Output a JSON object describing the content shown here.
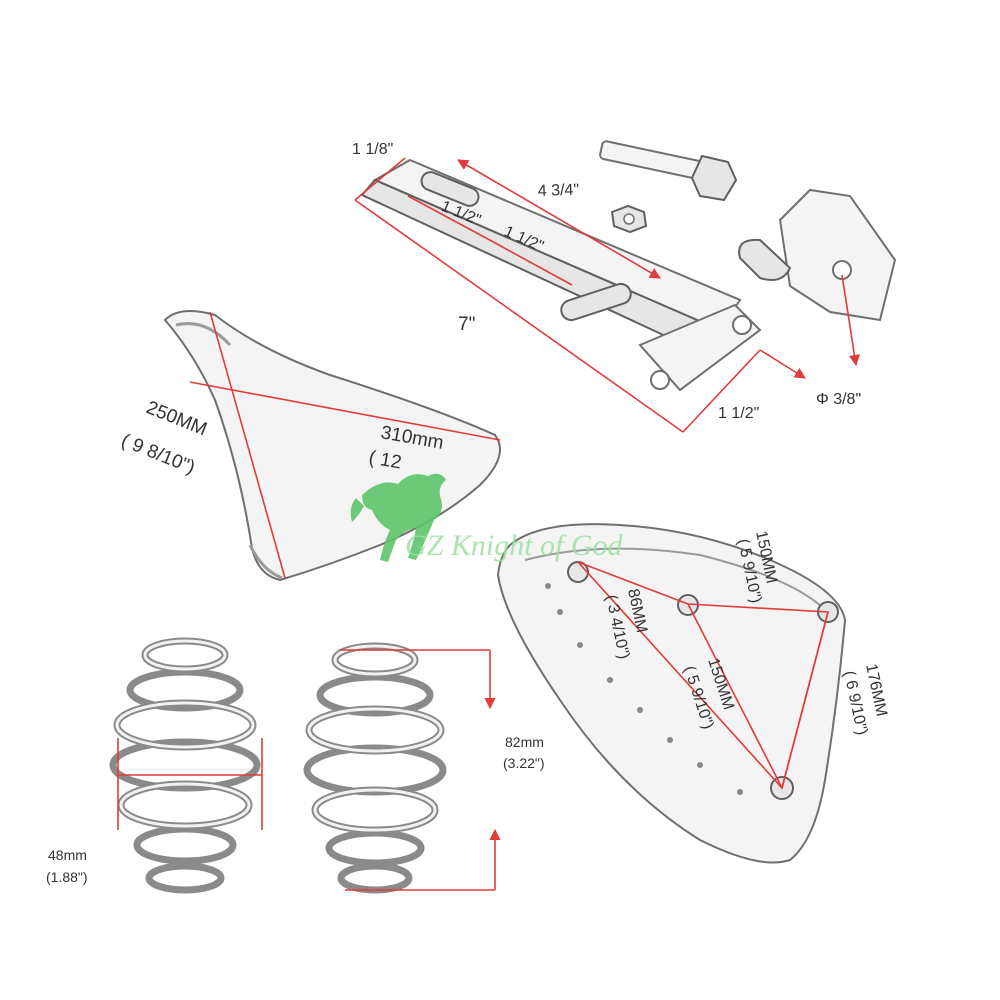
{
  "labels": {
    "bracket_width": "1 1/8\"",
    "bracket_top_length": "4 3/4\"",
    "slot_1": "1 1/2\"",
    "slot_2": "1 1/2\"",
    "bracket_length": "7\"",
    "bracket_foot": "1 1/2\"",
    "hole_diameter": "Φ 3/8\"",
    "pan_width_mm": "250MM",
    "pan_width_in": "( 9 8/10\")",
    "pan_length_mm": "310mm",
    "pan_length_in": "( 12",
    "base_top_mm": "150MM",
    "base_top_in": "( 5 9/10\")",
    "base_short_mm": "86MM",
    "base_short_in": "( 3 4/10\")",
    "base_diag_mm": "150MM",
    "base_diag_in": "( 5 9/10\")",
    "base_side_mm": "176MM",
    "base_side_in": "( 6 9/10\")",
    "spring_height_mm": "82mm",
    "spring_height_in": "(3.22\")",
    "spring_width_mm": "48mm",
    "spring_width_in": "(1.88\")"
  },
  "watermark": "GZ Knight of God",
  "colors": {
    "dimension": "#e23b3b",
    "watermark": "#5cc46a",
    "part_outline": "#6f6f6f"
  },
  "icons": [
    "horse-logo-icon"
  ]
}
